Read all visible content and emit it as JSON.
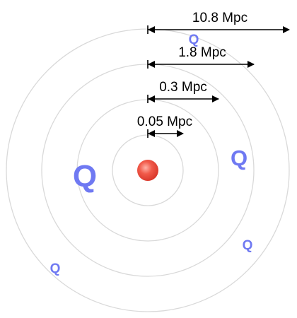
{
  "source": {
    "label": "",
    "color": "#e8453c"
  },
  "rings": [
    {
      "name": "ring-0.05",
      "label": "0.05 Mpc"
    },
    {
      "name": "ring-0.3",
      "label": "0.3 Mpc"
    },
    {
      "name": "ring-1.8",
      "label": "1.8 Mpc"
    },
    {
      "name": "ring-10.8",
      "label": "10.8 Mpc"
    }
  ],
  "quasars": [
    {
      "name": "quasar-large-left",
      "label": "Q"
    },
    {
      "name": "quasar-right",
      "label": "Q"
    },
    {
      "name": "quasar-top",
      "label": "Q"
    },
    {
      "name": "quasar-lower-right",
      "label": "Q"
    },
    {
      "name": "quasar-lower-left",
      "label": "Q"
    }
  ],
  "colors": {
    "quasar": "#6f79f2",
    "ring": "#d9d9d9",
    "arrow": "#000000"
  }
}
